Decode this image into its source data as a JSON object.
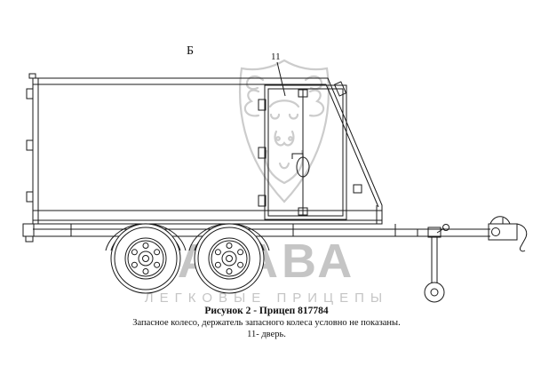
{
  "figure": {
    "view_label": "Б",
    "door_callout": "11",
    "watermark": {
      "brand": "АГАВА",
      "tagline": "ЛЕГКОВЫЕ ПРИЦЕПЫ",
      "color": "#c5c5c5"
    },
    "caption": {
      "title": "Рисунок 2 - Прицеп 817784",
      "note1": "Запасное колесо, держатель запасного колеса условно не показаны.",
      "note2": "11- дверь."
    },
    "line_color": "#1a1a1a"
  }
}
